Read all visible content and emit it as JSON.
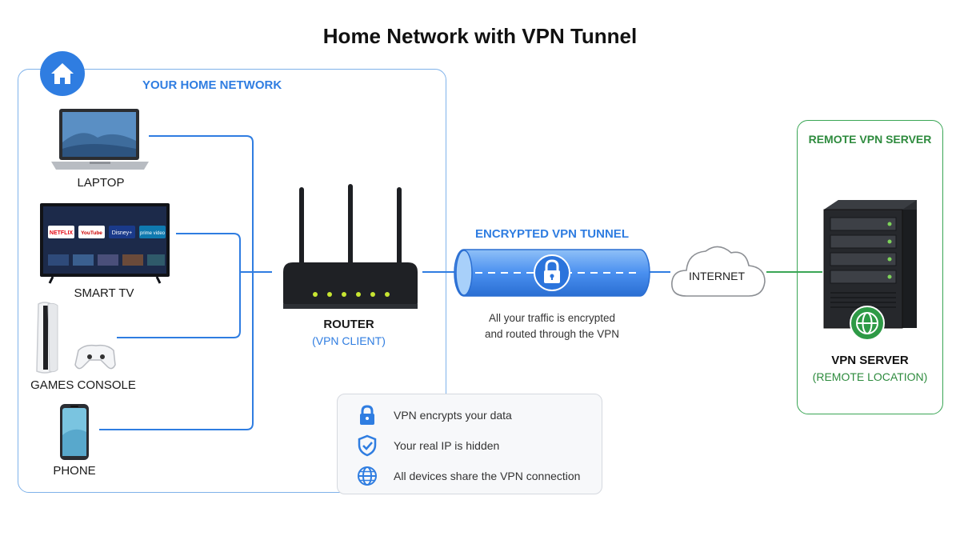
{
  "title": "Home Network with VPN Tunnel",
  "home_network": {
    "label": "YOUR HOME NETWORK",
    "icon": "home-icon",
    "devices": [
      {
        "label": "LAPTOP",
        "icon": "laptop-icon"
      },
      {
        "label": "SMART TV",
        "icon": "smart-tv-icon",
        "apps": [
          "NETFLIX",
          "YouTube",
          "Disney+",
          "prime video"
        ]
      },
      {
        "label": "GAMES CONSOLE",
        "icon": "game-console-icon"
      },
      {
        "label": "PHONE",
        "icon": "phone-icon"
      }
    ]
  },
  "router": {
    "label": "ROUTER",
    "sublabel": "(VPN CLIENT)",
    "icon": "router-icon"
  },
  "tunnel": {
    "label": "ENCRYPTED VPN TUNNEL",
    "icon": "lock-icon",
    "note_line1": "All your traffic is encrypted",
    "note_line2": "and routed through the VPN"
  },
  "internet": {
    "label": "INTERNET",
    "icon": "cloud-icon"
  },
  "remote": {
    "box_label": "REMOTE VPN SERVER",
    "server_label": "VPN SERVER",
    "server_sublabel": "(REMOTE LOCATION)",
    "icon": "server-icon"
  },
  "info_panel": {
    "items": [
      {
        "text": "VPN encrypts your data",
        "icon": "lock-icon"
      },
      {
        "text": "Your real IP is hidden",
        "icon": "shield-check-icon"
      },
      {
        "text": "All devices share the VPN connection",
        "icon": "globe-icon"
      }
    ]
  },
  "colors": {
    "home_accent": "#2f7de1",
    "remote_accent": "#2e8b3e",
    "tunnel_fill": "#4a90f0",
    "router_led": "#c8e632"
  }
}
